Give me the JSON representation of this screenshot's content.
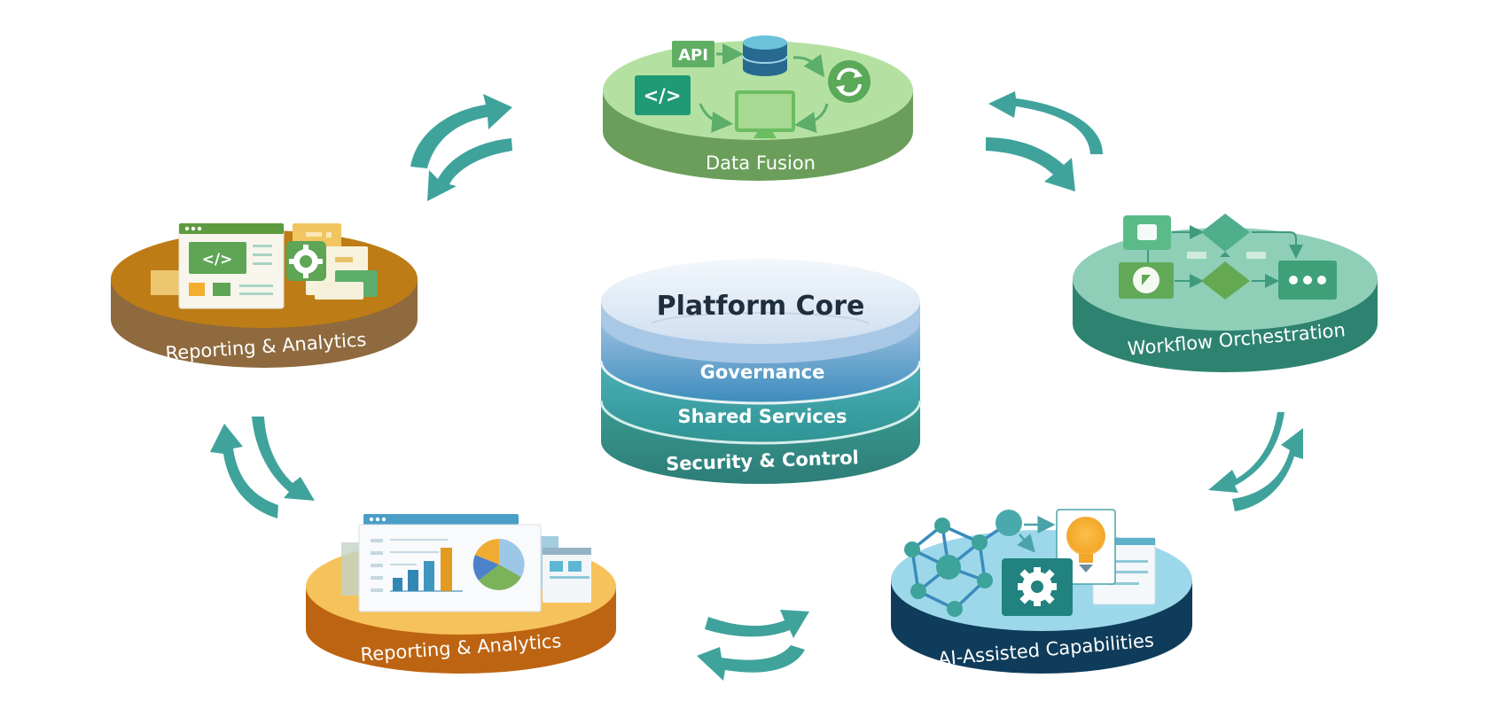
{
  "diagram": {
    "core": {
      "title": "Platform Core",
      "layers": [
        "Governance",
        "Shared Services",
        "Security & Control"
      ]
    },
    "modules": [
      {
        "id": "data-fusion",
        "label": "Data Fusion",
        "icons": [
          "api-badge",
          "database-icon",
          "code-icon",
          "monitor-icon",
          "refresh-icon"
        ],
        "color": "#8cc97c"
      },
      {
        "id": "workflow",
        "label": "Workflow Orchestration",
        "icons": [
          "start-node",
          "decision-diamond",
          "play-node",
          "more-node"
        ],
        "color": "#8ecfb8"
      },
      {
        "id": "ai",
        "label": "AI-Assisted Capabilities",
        "icons": [
          "network-graph-icon",
          "gear-icon",
          "lightbulb-icon",
          "document-icon"
        ],
        "color": "#9ed8ea"
      },
      {
        "id": "reporting-bottom",
        "label": "Reporting & Analytics",
        "icons": [
          "dashboard-window",
          "bar-chart-icon",
          "pie-chart-icon"
        ],
        "color": "#f6c25c"
      },
      {
        "id": "reporting-left",
        "label": "Reporting & Analytics",
        "icons": [
          "code-window",
          "gear-icon",
          "cards"
        ],
        "color": "#c07f18"
      }
    ],
    "api_badge_text": "API",
    "code_glyph": "</>",
    "arrow_color": "#3fa39c"
  }
}
